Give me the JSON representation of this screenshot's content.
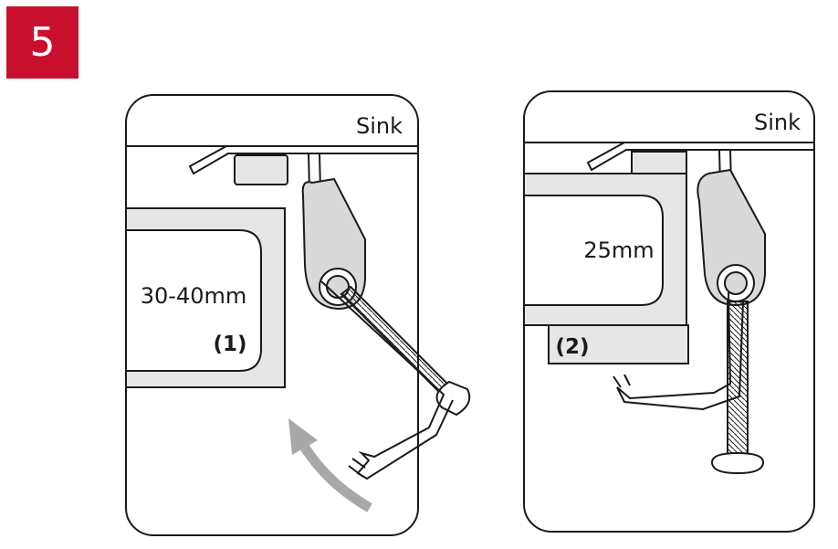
{
  "step": {
    "number": "5",
    "badge_color": "#c8102e"
  },
  "panels": [
    {
      "sink_label": "Sink",
      "dimension_label": "30-40mm",
      "variant_label": "(1)"
    },
    {
      "sink_label": "Sink",
      "dimension_label": "25mm",
      "variant_label": "(2)"
    }
  ],
  "colors": {
    "outline": "#1a1a1a",
    "countertop_fill": "#e6e6e6",
    "arrow": "#a8a8a8",
    "clip_fill": "#d9d9d9"
  }
}
